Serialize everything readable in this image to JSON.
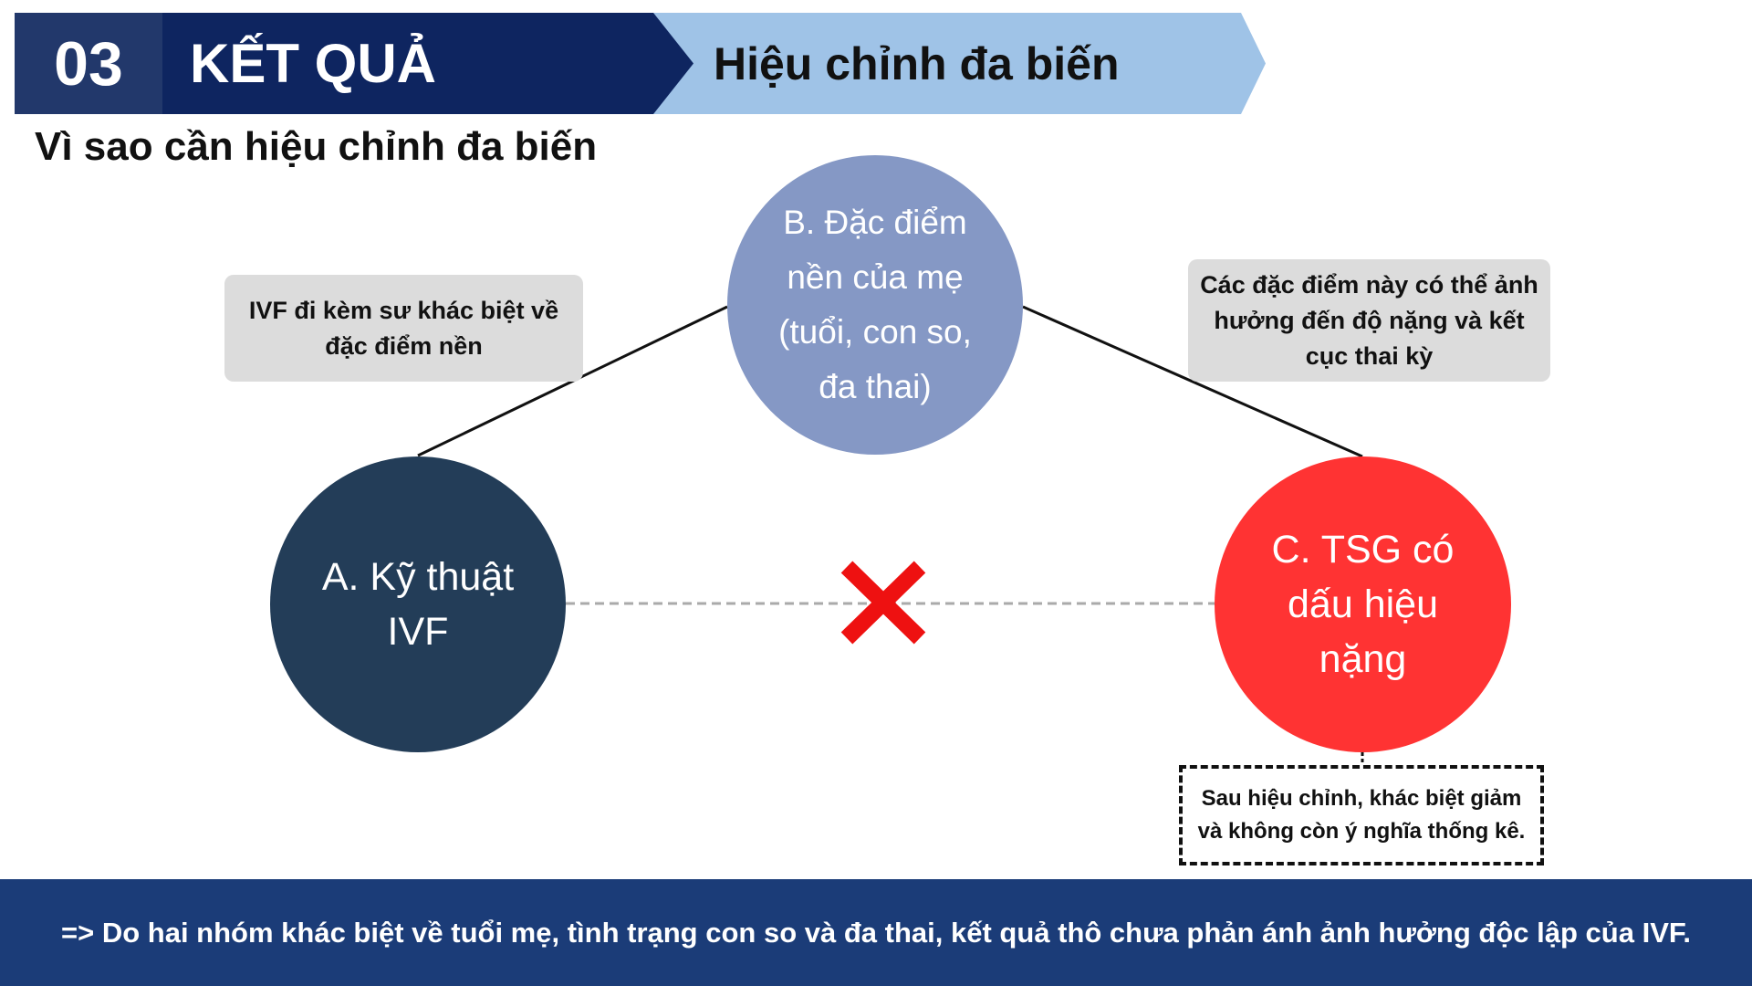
{
  "header": {
    "number": "03",
    "title": "KẾT QUẢ",
    "subtitle": "Hiệu chỉnh đa biến"
  },
  "slide": {
    "heading": "Vì sao cần hiệu chỉnh đa biến"
  },
  "diagram": {
    "node_b": "B. Đặc điểm\nnền của mẹ\n(tuổi, con so,\nđa thai)",
    "node_a": "A. Kỹ thuật\nIVF",
    "node_c": "C. TSG có\ndấu hiệu\nnặng",
    "callout_left": "IVF đi kèm sư khác biệt về\nđặc điểm nền",
    "callout_right": "Các đặc điểm này có thể ảnh\nhưởng đến độ nặng và kết\ncục thai kỳ",
    "note": "Sau hiệu chỉnh, khác biệt giảm\nvà không còn ý nghĩa thống kê.",
    "cross_icon": "red-x-icon"
  },
  "footer": {
    "text": "=> Do hai nhóm khác biệt về tuổi mẹ, tình trạng con so và đa thai, kết quả thô chưa phản ánh ảnh hưởng độc lập của IVF."
  },
  "colors": {
    "header_num_bg": "#22386b",
    "header_main_bg": "#0e2560",
    "header_sub_bg": "#9fc3e7",
    "node_a": "#233d58",
    "node_b": "#8598c5",
    "node_c": "#ff3333",
    "cross": "#ee1111",
    "footer_bg": "#1b3c78"
  }
}
